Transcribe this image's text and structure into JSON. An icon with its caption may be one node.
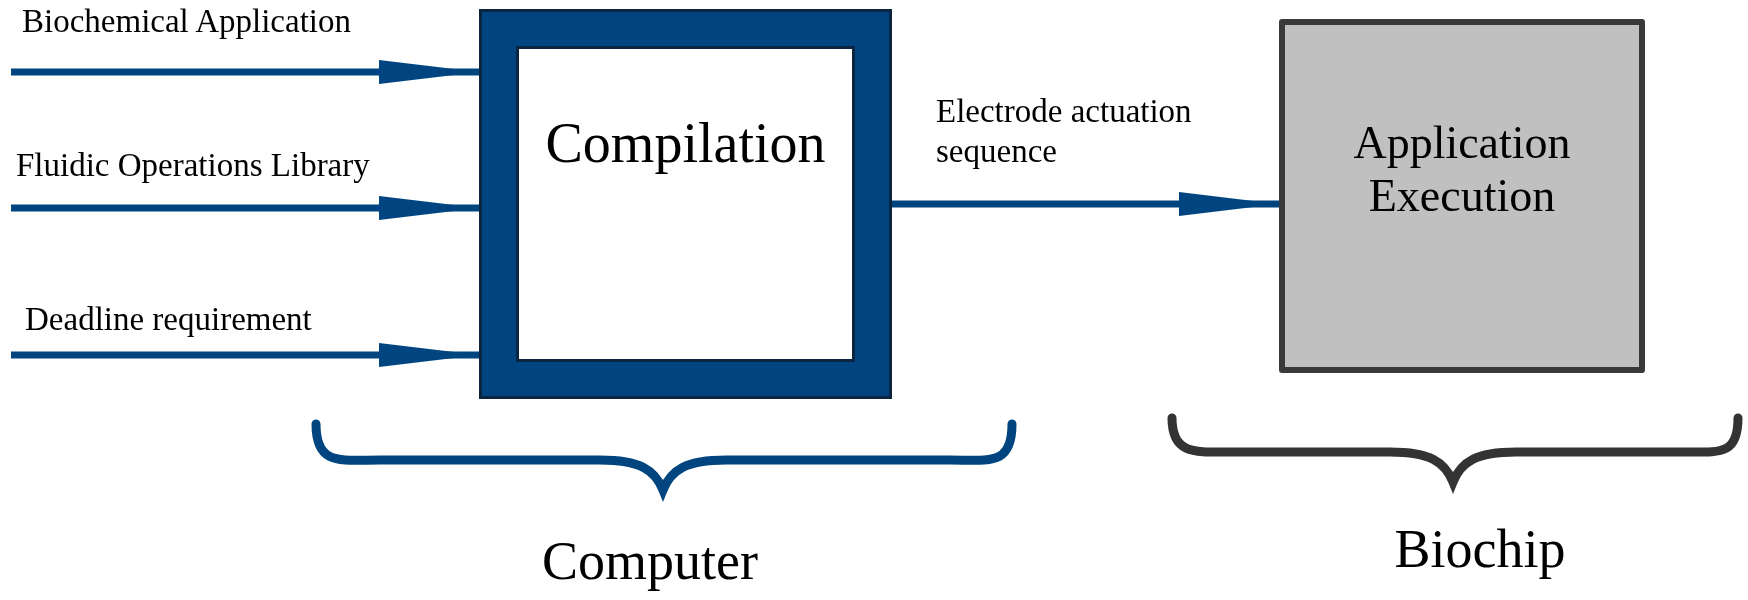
{
  "diagram": {
    "nodes": [
      {
        "text": [
          "Compilation"
        ]
      },
      {
        "text": [
          "Application Execution"
        ]
      }
    ],
    "edges": [
      {
        "from": null,
        "to": 0,
        "arrow": "to",
        "label": "Biochemical Application"
      },
      {
        "from": null,
        "to": 0,
        "arrow": "to",
        "label": "Fluidic Operations Library"
      },
      {
        "from": null,
        "to": 0,
        "arrow": "to",
        "label": "Deadline requirement"
      },
      {
        "from": 0,
        "to": 1,
        "arrow": "to",
        "label": "Electrode actuation sequence"
      }
    ],
    "labels": [
      "Computer",
      "Biochip"
    ]
  }
}
